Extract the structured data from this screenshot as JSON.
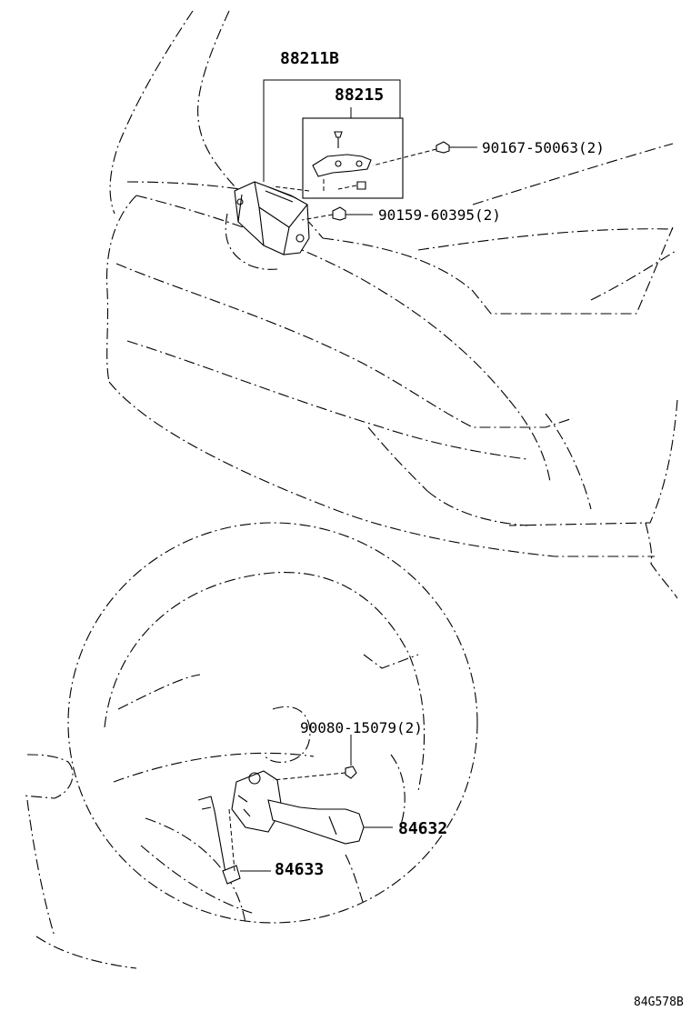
{
  "callouts": {
    "assy_radar": "88211B",
    "bracket": "88215",
    "screw_1": "90167-50063(2)",
    "bolt_1": "90159-60395(2)",
    "screw_2": "90080-15079(2)",
    "switch_assy": "84632",
    "harness": "84633"
  },
  "figure_code": "84G578B"
}
